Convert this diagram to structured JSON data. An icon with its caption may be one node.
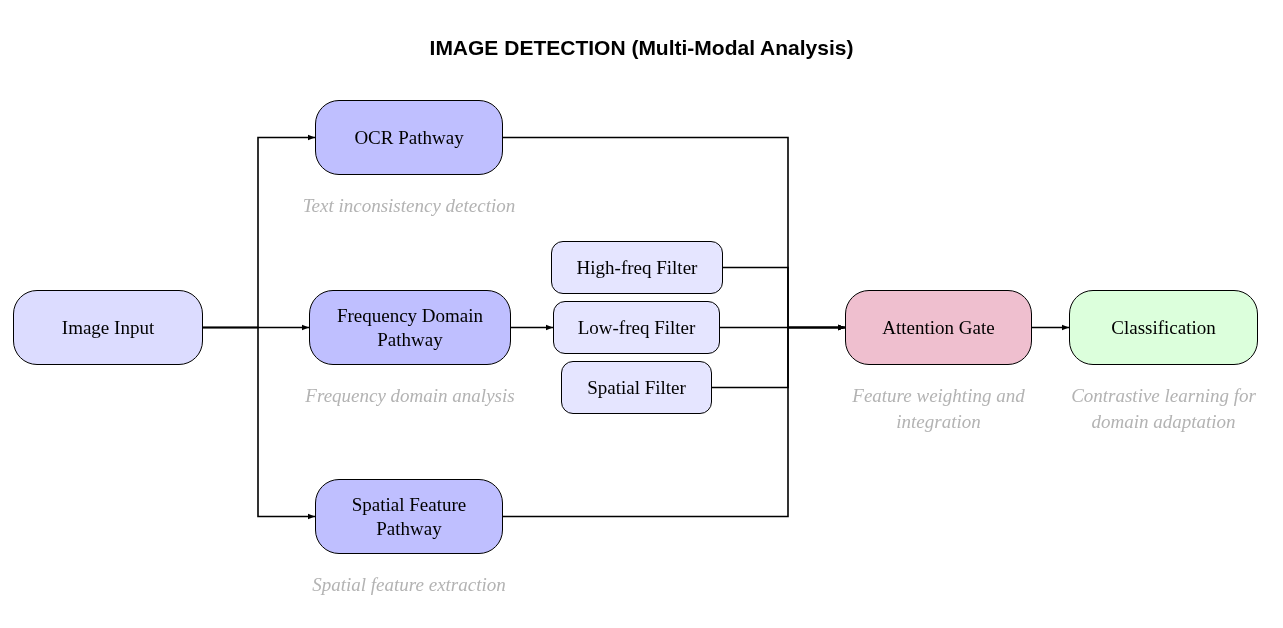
{
  "diagram": {
    "title": "IMAGE DETECTION (Multi-Modal Analysis)",
    "nodes": [
      {
        "text": [
          "Image Input"
        ]
      },
      {
        "text": [
          "OCR Pathway"
        ],
        "beside": [
          "Text inconsistency detection"
        ]
      },
      {
        "text": [
          "Frequency Domain Pathway"
        ],
        "beside": [
          "Frequency domain analysis"
        ]
      },
      {
        "text": [
          "High-freq Filter"
        ]
      },
      {
        "text": [
          "Low-freq Filter"
        ]
      },
      {
        "text": [
          "Spatial Filter"
        ]
      },
      {
        "text": [
          "Spatial Feature Pathway"
        ],
        "beside": [
          "Spatial feature extraction"
        ]
      },
      {
        "text": [
          "Attention Gate"
        ],
        "beside": [
          "Feature weighting and integration"
        ]
      },
      {
        "text": [
          "Classification"
        ],
        "beside": [
          "Contrastive learning for domain adaptation"
        ]
      }
    ],
    "edges": [
      {
        "from": 0,
        "to": 1,
        "arrow": "to"
      },
      {
        "from": 0,
        "to": 2,
        "arrow": "to"
      },
      {
        "from": 0,
        "to": 6,
        "arrow": "to"
      },
      {
        "from": 2,
        "to": 4,
        "arrow": "to"
      },
      {
        "from": 1,
        "to": 7,
        "arrow": "to"
      },
      {
        "from": 3,
        "to": 7,
        "arrow": "to"
      },
      {
        "from": 4,
        "to": 7,
        "arrow": "to"
      },
      {
        "from": 5,
        "to": 7,
        "arrow": "to"
      },
      {
        "from": 6,
        "to": 7,
        "arrow": "to"
      },
      {
        "from": 7,
        "to": 8,
        "arrow": "to"
      }
    ]
  }
}
